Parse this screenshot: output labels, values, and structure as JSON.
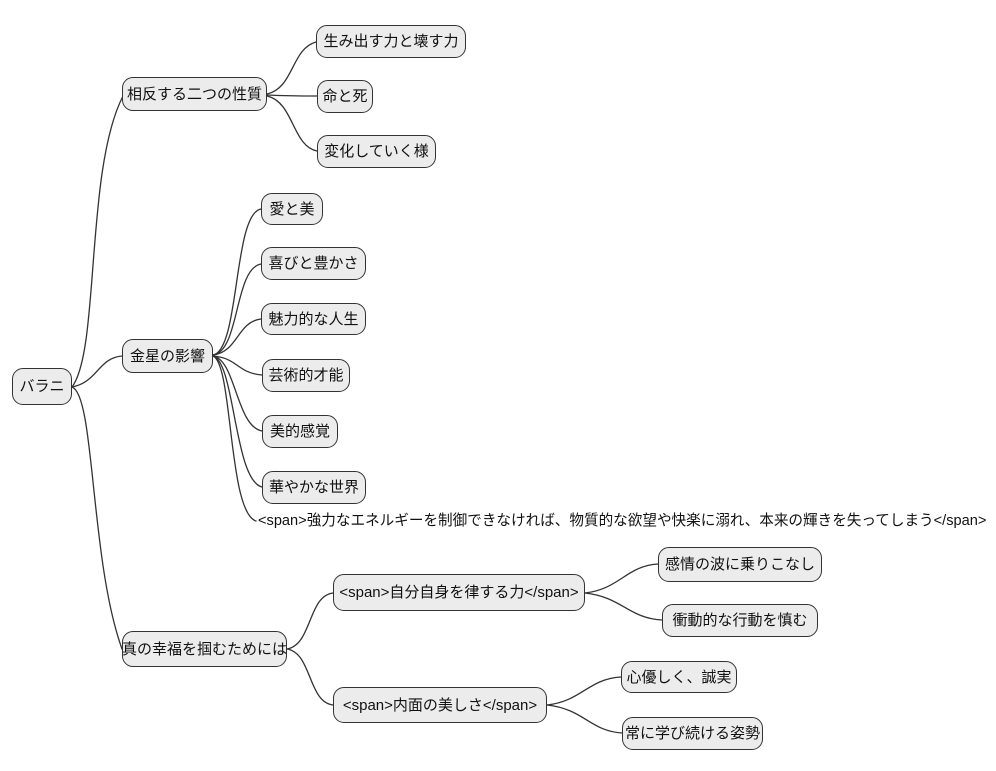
{
  "diagram": {
    "type": "mindmap",
    "background_color": "#ffffff",
    "node_fill_color": "#ececec",
    "node_border_color": "#333333",
    "edge_color": "#333333",
    "root": {
      "label": "バラニ"
    },
    "branches": [
      {
        "label": "相反する二つの性質",
        "children": [
          {
            "label": "生み出す力と壊す力"
          },
          {
            "label": "命と死"
          },
          {
            "label": "変化していく様"
          }
        ]
      },
      {
        "label": "金星の影響",
        "children": [
          {
            "label": "愛と美"
          },
          {
            "label": "喜びと豊かさ"
          },
          {
            "label": "魅力的な人生"
          },
          {
            "label": "芸術的才能"
          },
          {
            "label": "美的感覚"
          },
          {
            "label": "華やかな世界"
          },
          {
            "label": "<span>強力なエネルギーを制御できなければ、物質的な欲望や快楽に溺れ、本来の輝きを失ってしまう</span>",
            "style": "plain-text"
          }
        ]
      },
      {
        "label": "真の幸福を掴むためには",
        "children": [
          {
            "label": "<span>自分自身を律する力</span>",
            "children": [
              {
                "label": "感情の波に乗りこなし"
              },
              {
                "label": "衝動的な行動を慎む"
              }
            ]
          },
          {
            "label": "<span>内面の美しさ</span>",
            "children": [
              {
                "label": "心優しく、誠実"
              },
              {
                "label": "常に学び続ける姿勢"
              }
            ]
          }
        ]
      }
    ]
  }
}
